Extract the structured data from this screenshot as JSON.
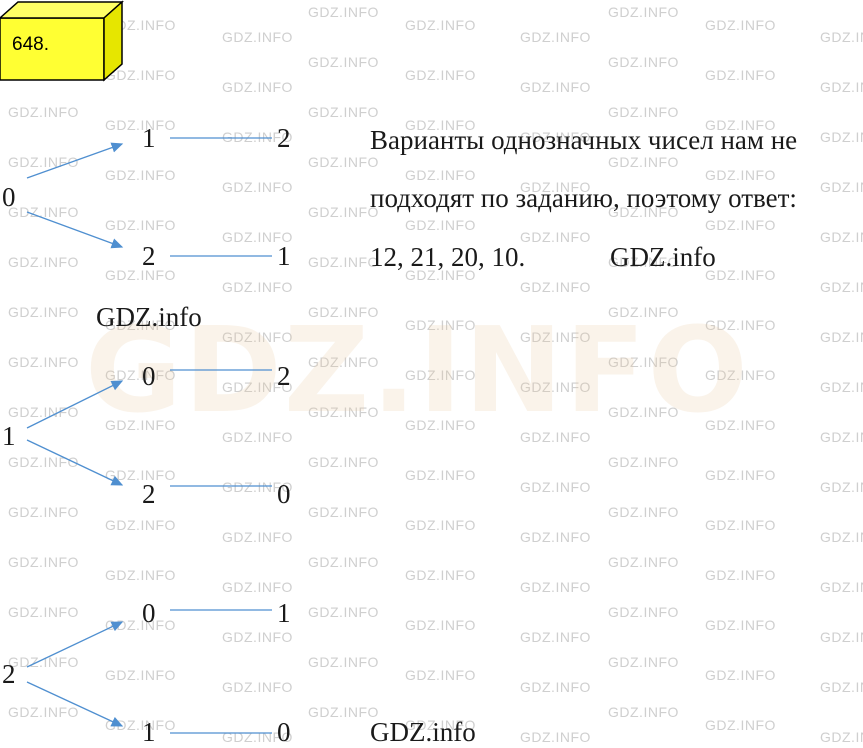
{
  "problem_number": "648.",
  "watermark_small": "GDZ.INFO",
  "watermark_big": "GDZ.INFO",
  "colors": {
    "badge_fill": "#ffff33",
    "badge_side": "#e6e600",
    "arrow": "#4f8fd0"
  },
  "trees": [
    {
      "root": "0",
      "branches": [
        {
          "first": "1",
          "second": "2"
        },
        {
          "first": "2",
          "second": "1"
        }
      ]
    },
    {
      "root": "1",
      "branches": [
        {
          "first": "0",
          "second": "2"
        },
        {
          "first": "2",
          "second": "0"
        }
      ]
    },
    {
      "root": "2",
      "branches": [
        {
          "first": "0",
          "second": "1"
        },
        {
          "first": "1",
          "second": "0"
        }
      ]
    }
  ],
  "explanation": {
    "line1": "Варианты однозначных чисел нам не",
    "line2": "подходят по заданию, поэтому ответ:",
    "answer": "12, 21, 20, 10."
  },
  "gdz_marks": [
    "GDZ.info",
    "GDZ.info",
    "GDZ.info"
  ]
}
